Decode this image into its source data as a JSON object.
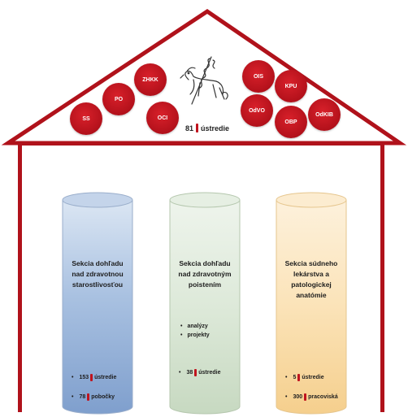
{
  "colors": {
    "accent": "#b0121b",
    "blue": "#a9c1e1",
    "green": "#dde9d9",
    "orange": "#fbe3b8"
  },
  "roof": {
    "departments": [
      "SS",
      "PO",
      "ZHKK",
      "OCI",
      "OIS",
      "KPU",
      "OdVO",
      "OBP",
      "OdKIB"
    ],
    "hq_count": "81",
    "hq_label": "ústredie",
    "logo": "caduceus-horse-logo"
  },
  "sections": [
    {
      "title": "Sekcia dohľadu nad zdravotnou starostlivosťou",
      "bullets": [],
      "stats": [
        {
          "count": "153",
          "label": "ústredie"
        },
        {
          "count": "78",
          "label": "pobočky"
        }
      ]
    },
    {
      "title": "Sekcia dohľadu nad zdravotným poistením",
      "bullets": [
        "analýzy",
        "projekty"
      ],
      "stats": [
        {
          "count": "38",
          "label": "ústredie"
        }
      ]
    },
    {
      "title": "Sekcia súdneho lekárstva a patologickej anatómie",
      "bullets": [],
      "stats": [
        {
          "count": "5",
          "label": "ústredie"
        },
        {
          "count": "300",
          "label": "pracoviská"
        }
      ]
    }
  ]
}
